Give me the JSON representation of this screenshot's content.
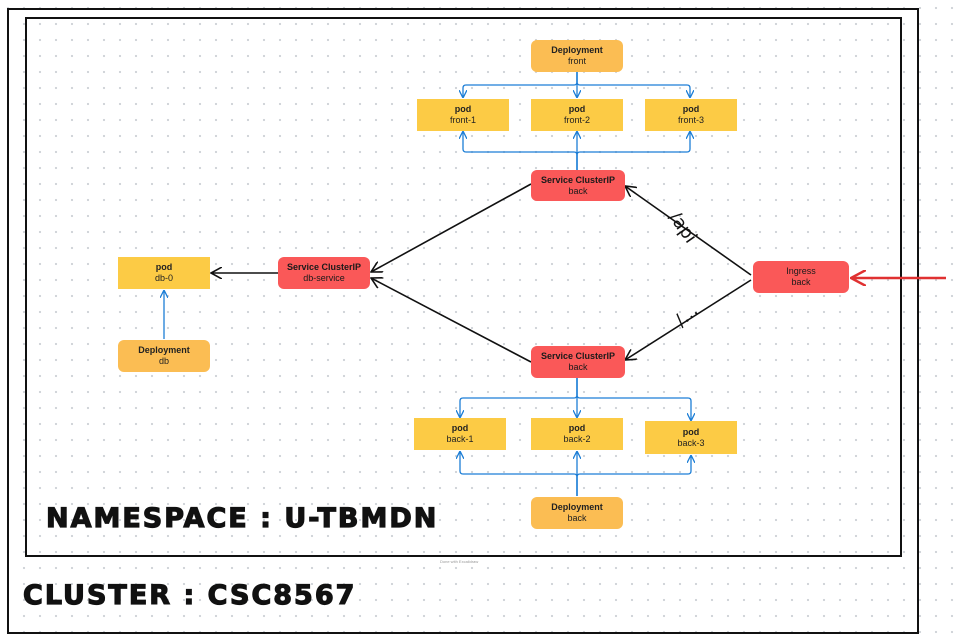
{
  "cluster": {
    "label": "CLUSTER : CSC8567"
  },
  "namespace": {
    "label": "NAMESPACE : U-TBMDN"
  },
  "nodes": {
    "deploy_front": {
      "title": "Deployment",
      "sub": "front"
    },
    "pod_front_1": {
      "title": "pod",
      "sub": "front-1"
    },
    "pod_front_2": {
      "title": "pod",
      "sub": "front-2"
    },
    "pod_front_3": {
      "title": "pod",
      "sub": "front-3"
    },
    "svc_back_top": {
      "title": "Service ClusterIP",
      "sub": "back"
    },
    "svc_back_bottom": {
      "title": "Service ClusterIP",
      "sub": "back"
    },
    "ingress": {
      "title": "Ingress",
      "sub": "back"
    },
    "svc_db": {
      "title": "Service ClusterIP",
      "sub": "db-service"
    },
    "pod_db_0": {
      "title": "pod",
      "sub": "db-0"
    },
    "deploy_db": {
      "title": "Deployment",
      "sub": "db"
    },
    "pod_back_1": {
      "title": "pod",
      "sub": "back-1"
    },
    "pod_back_2": {
      "title": "pod",
      "sub": "back-2"
    },
    "pod_back_3": {
      "title": "pod",
      "sub": "back-3"
    },
    "deploy_back": {
      "title": "Deployment",
      "sub": "back"
    }
  },
  "edge_labels": {
    "api": "/api",
    "other": "/..."
  },
  "watermark": "Done with Excalidraw",
  "colors": {
    "pod": "#fccb45",
    "deployment": "#fbbd53",
    "service": "#fa5858",
    "blue_edge": "#1c7ed6",
    "incoming_arrow": "#e03131"
  }
}
